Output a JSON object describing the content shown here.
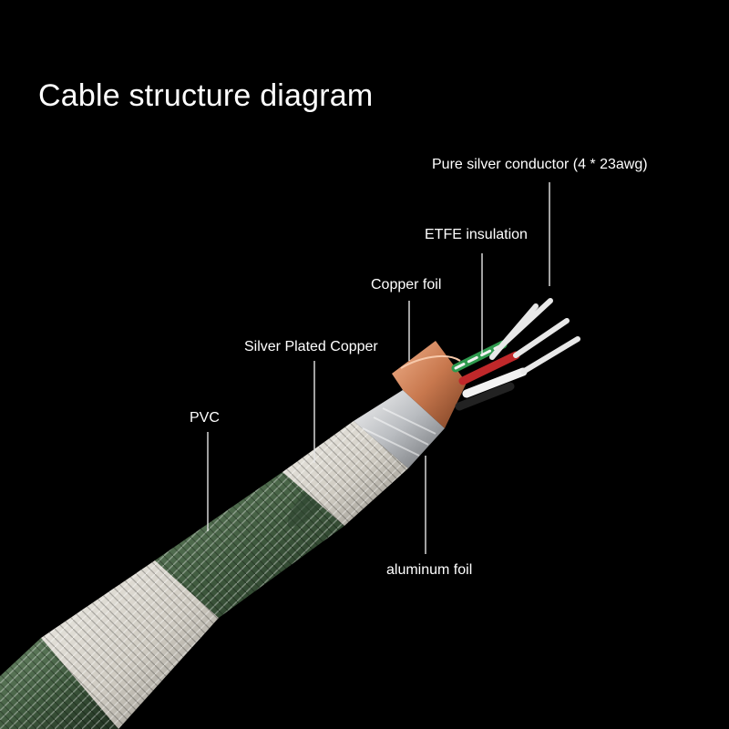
{
  "title": "Cable structure diagram",
  "labels": {
    "conductor": "Pure silver conductor (4 * 23awg)",
    "etfe": "ETFE insulation",
    "copper_foil": "Copper foil",
    "silver_plated_copper": "Silver Plated Copper",
    "pvc": "PVC",
    "aluminum_foil": "aluminum foil"
  },
  "colors": {
    "background": "#000000",
    "text": "#ffffff",
    "pvc_jacket": "#3f5a3e",
    "silver_braid": "#d9d6cf",
    "copper_foil": "#c8784e",
    "aluminum_foil": "#b9bcc0",
    "wire_green": "#2f9a4e",
    "wire_red": "#c0282a",
    "wire_white": "#f2f2f2",
    "wire_black": "#222222"
  }
}
